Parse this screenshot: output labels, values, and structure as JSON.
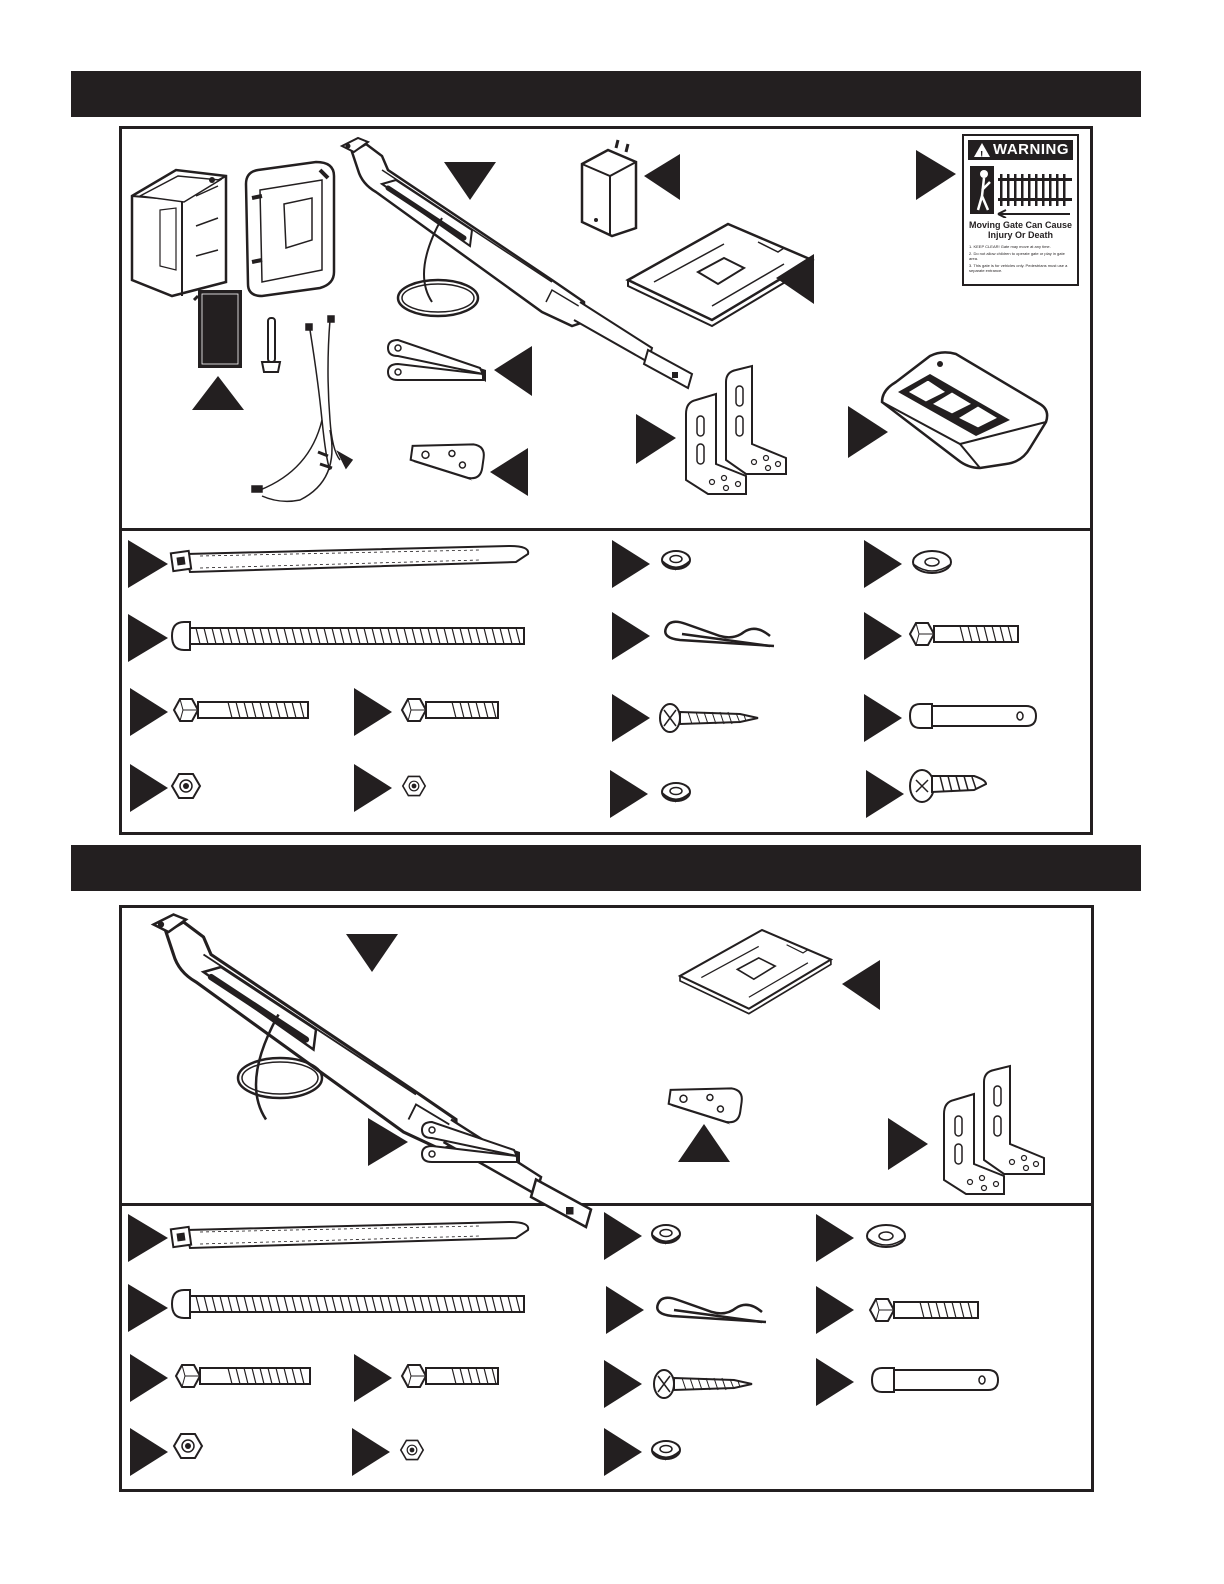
{
  "colors": {
    "ink": "#231f20",
    "paper": "#ffffff"
  },
  "warning_label": {
    "heading": "WARNING",
    "subtitle": "Moving Gate Can Cause Injury Or Death",
    "items": [
      "1. KEEP CLEAR! Gate may move at any time.",
      "2. Do not allow children to operate gate or play in gate area.",
      "3. This gate is for vehicles only. Pedestrians must use a separate entrance."
    ]
  },
  "icons": [
    "control-box-icon",
    "control-box-cover-icon",
    "battery-icon",
    "antenna-icon",
    "wire-harness-icon",
    "gate-opener-arm-icon",
    "power-supply-icon",
    "mounting-plate-icon",
    "warning-sign-icon",
    "gate-bracket-icon",
    "clevis-bracket-icon",
    "l-bracket-icon",
    "remote-control-icon",
    "cable-tie-icon",
    "carriage-bolt-icon",
    "hex-bolt-icon",
    "hex-nut-icon",
    "lock-washer-icon",
    "flat-washer-icon",
    "hitch-pin-icon",
    "clevis-pin-icon",
    "wood-screw-icon",
    "phillips-screw-icon",
    "callout-arrow-icon"
  ]
}
